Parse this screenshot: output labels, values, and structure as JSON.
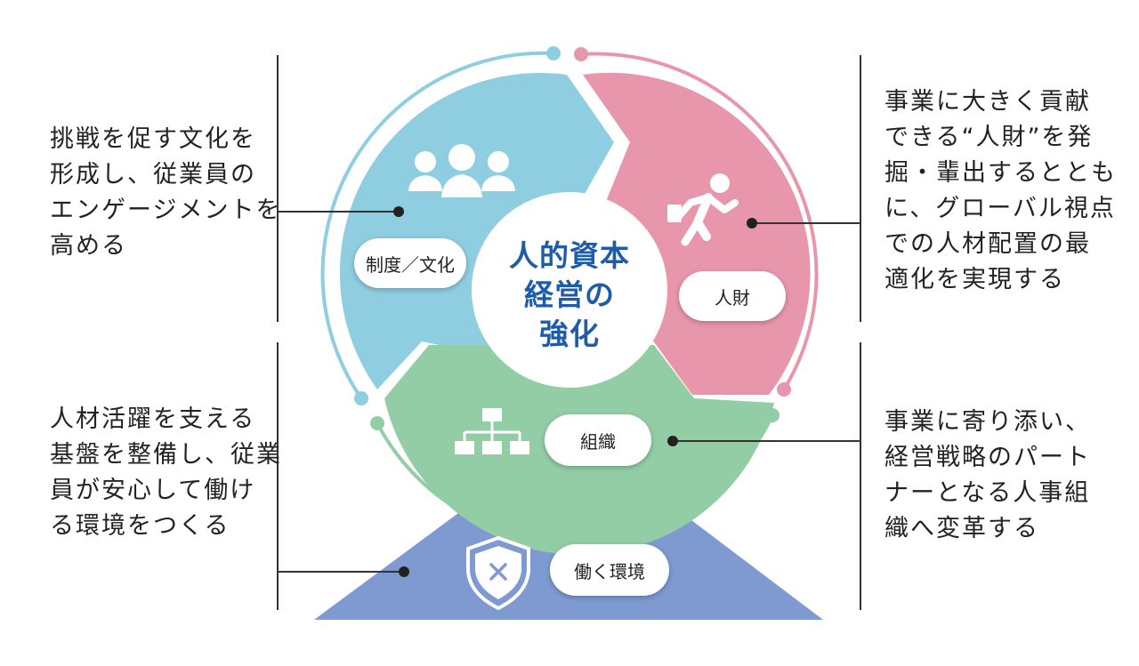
{
  "center": {
    "lines": [
      "人的資本",
      "経営の",
      "強化"
    ]
  },
  "segments": {
    "culture": {
      "label": "制度／文化",
      "color": "#8fcde0"
    },
    "talent": {
      "label": "人財",
      "color": "#e796ab"
    },
    "organization": {
      "label": "組織",
      "color": "#92cda6"
    },
    "environment": {
      "label": "働く環境",
      "color": "#7e9ad1"
    }
  },
  "descriptions": {
    "culture": [
      "挑戦を促す文化を",
      "形成し、従業員の",
      "エンゲージメントを",
      "高める"
    ],
    "talent": [
      "事業に大きく貢献",
      "できる“人財”を発",
      "掘・輩出するととも",
      "に、グローバル視点",
      "での人材配置の最",
      "適化を実現する"
    ],
    "environment": [
      "人材活躍を支える",
      "基盤を整備し、従業",
      "員が安心して働け",
      "る環境をつくる"
    ],
    "organization": [
      "事業に寄り添い、",
      "経営戦略のパート",
      "ナーとなる人事組",
      "織へ変革する"
    ]
  },
  "icons": {
    "culture": "people-group-icon",
    "talent": "running-person-icon",
    "organization": "org-chart-icon",
    "environment": "shield-icon"
  }
}
